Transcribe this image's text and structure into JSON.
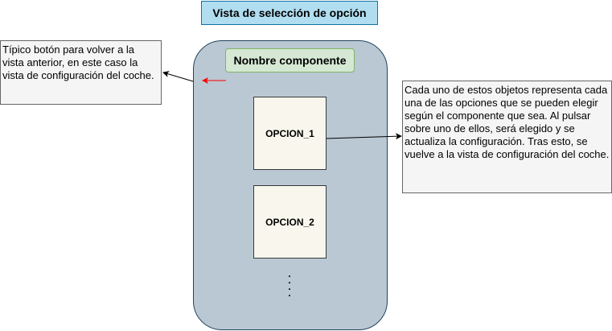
{
  "title": "Vista de selección de opción",
  "component_name": "Nombre componente",
  "options": [
    {
      "label": "OPCION_1"
    },
    {
      "label": "OPCION_2"
    }
  ],
  "notes": {
    "back_button": "Típico botón para volver a la vista anterior, en este caso la vista de configuración del coche.",
    "options": "Cada uno de estos objetos representa cada una de las opciones que se pueden elegir según el componente que sea. Al pulsar sobre uno de ellos, será elegido y se actualiza la configuración. Tras esto, se vuelve a la vista de configuración del coche."
  },
  "colors": {
    "title_fill": "#b1ddf0",
    "phone_fill": "#bac8d3",
    "name_fill": "#d5e8d4",
    "option_fill": "#f9f7ed",
    "note_fill": "#f5f5f5",
    "back_arrow": "#ff0000"
  },
  "icons": {
    "back": "left-arrow-icon",
    "more": "vertical-ellipsis-icon"
  }
}
